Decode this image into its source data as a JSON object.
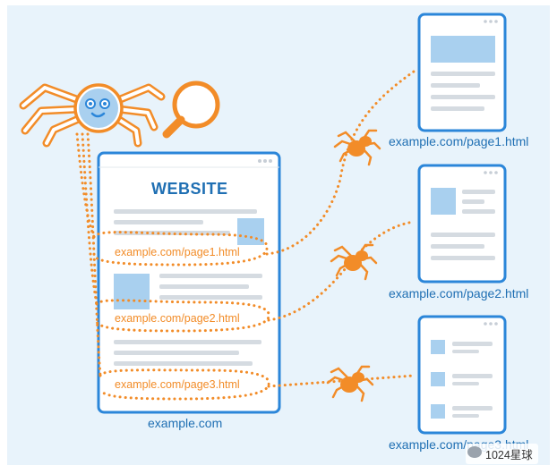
{
  "website": {
    "title": "WEBSITE",
    "domain": "example.com",
    "links": [
      "example.com/page1.html",
      "example.com/page2.html",
      "example.com/page3.html"
    ]
  },
  "pages": [
    {
      "url": "example.com/page1.html"
    },
    {
      "url": "example.com/page2.html"
    },
    {
      "url": "example.com/page3.html"
    }
  ],
  "watermark": "1024星球",
  "colors": {
    "blue": "#2b86d9",
    "orange": "#f28c28",
    "background": "#e8f3fb",
    "placeholder": "#a9d0ef",
    "text_line": "#d5dbe1"
  },
  "icons": [
    "spider-icon",
    "magnifier-icon",
    "crawler-spider-icon"
  ]
}
